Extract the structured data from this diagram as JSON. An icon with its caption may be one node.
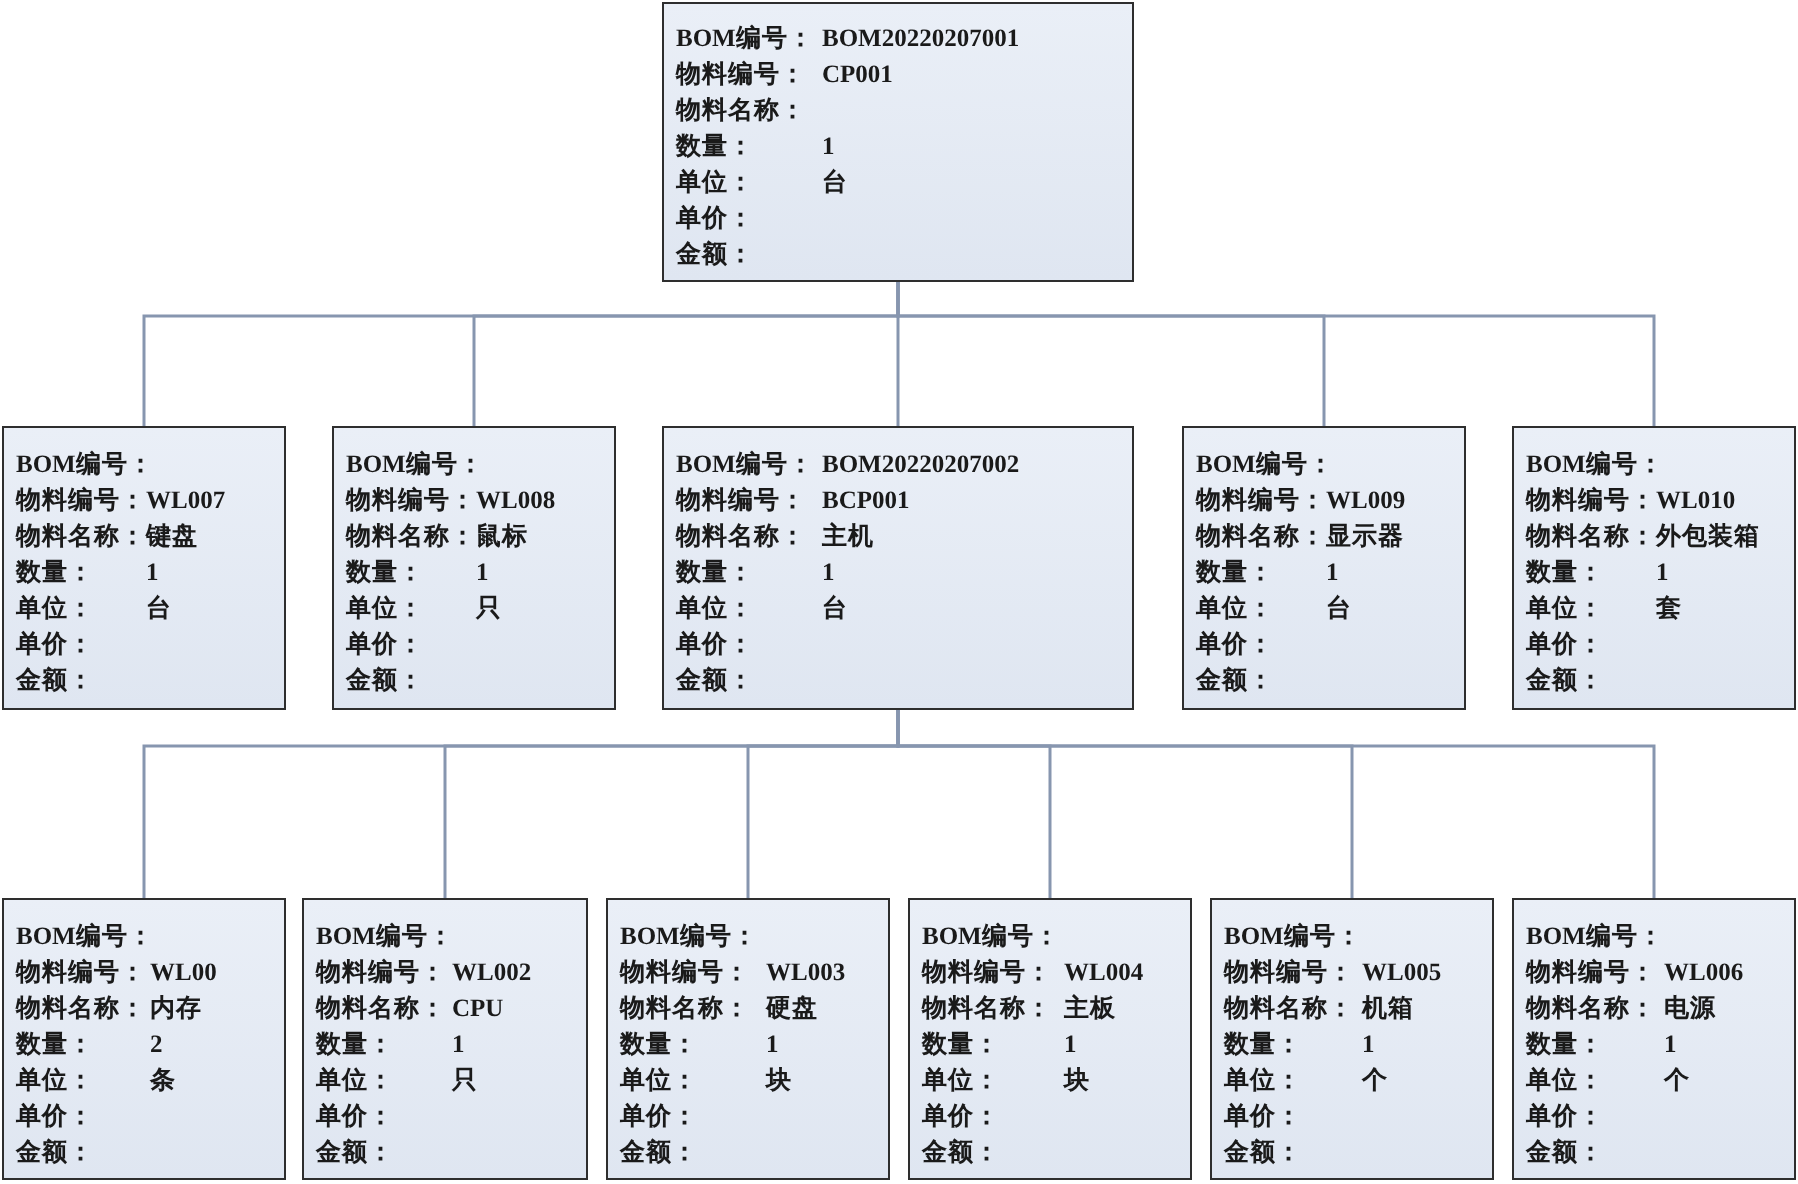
{
  "diagram": {
    "nodes": [
      {
        "text": [
          "BOM编号：",
          "BOM20220207001",
          "物料编号：",
          "CP001",
          "物料名称：",
          "数量：",
          "1",
          "单位：",
          "台",
          "单价：",
          "金额："
        ]
      },
      {
        "text": [
          "BOM编号：",
          "物料编号：",
          "WL007",
          "物料名称：",
          "键盘",
          "数量：",
          "1",
          "单位：",
          "台",
          "单价：",
          "金额："
        ]
      },
      {
        "text": [
          "BOM编号：",
          "物料编号：",
          "WL008",
          "物料名称：",
          "鼠标",
          "数量：",
          "1",
          "单位：",
          "只",
          "单价：",
          "金额："
        ]
      },
      {
        "text": [
          "BOM编号：",
          "BOM20220207002",
          "物料编号：",
          "BCP001",
          "物料名称：",
          "主机",
          "数量：",
          "1",
          "单位：",
          "台",
          "单价：",
          "金额："
        ]
      },
      {
        "text": [
          "BOM编号：",
          "物料编号：",
          "WL009",
          "物料名称：",
          "显示器",
          "数量：",
          "1",
          "单位：",
          "台",
          "单价：",
          "金额："
        ]
      },
      {
        "text": [
          "BOM编号：",
          "物料编号：",
          "WL010",
          "物料名称：",
          "外包装箱",
          "数量：",
          "1",
          "单位：",
          "套",
          "单价：",
          "金额："
        ]
      },
      {
        "text": [
          "BOM编号：",
          "物料编号：",
          "WL00",
          "物料名称：",
          "内存",
          "数量：",
          "2",
          "单位：",
          "条",
          "单价：",
          "金额："
        ]
      },
      {
        "text": [
          "BOM编号：",
          "物料编号：",
          "WL002",
          "物料名称：",
          "CPU",
          "数量：",
          "1",
          "单位：",
          "只",
          "单价：",
          "金额："
        ]
      },
      {
        "text": [
          "BOM编号：",
          "物料编号：",
          "WL003",
          "物料名称：",
          "硬盘",
          "数量：",
          "1",
          "单位：",
          "块",
          "单价：",
          "金额："
        ]
      },
      {
        "text": [
          "BOM编号：",
          "物料编号：",
          "WL004",
          "物料名称：",
          "主板",
          "数量：",
          "1",
          "单位：",
          "块",
          "单价：",
          "金额："
        ]
      },
      {
        "text": [
          "BOM编号：",
          "物料编号：",
          "WL005",
          "物料名称：",
          "机箱",
          "数量：",
          "1",
          "单位：",
          "个",
          "单价：",
          "金额："
        ]
      },
      {
        "text": [
          "BOM编号：",
          "物料编号：",
          "WL006",
          "物料名称：",
          "电源",
          "数量：",
          "1",
          "单位：",
          "个",
          "单价：",
          "金额："
        ]
      }
    ],
    "edges": [
      {
        "from": 0,
        "to": 1,
        "arrow": "none"
      },
      {
        "from": 0,
        "to": 2,
        "arrow": "none"
      },
      {
        "from": 0,
        "to": 3,
        "arrow": "none"
      },
      {
        "from": 0,
        "to": 4,
        "arrow": "none"
      },
      {
        "from": 0,
        "to": 5,
        "arrow": "none"
      },
      {
        "from": 3,
        "to": 6,
        "arrow": "none"
      },
      {
        "from": 3,
        "to": 7,
        "arrow": "none"
      },
      {
        "from": 3,
        "to": 8,
        "arrow": "none"
      },
      {
        "from": 3,
        "to": 9,
        "arrow": "none"
      },
      {
        "from": 3,
        "to": 10,
        "arrow": "none"
      },
      {
        "from": 3,
        "to": 11,
        "arrow": "none"
      }
    ]
  }
}
